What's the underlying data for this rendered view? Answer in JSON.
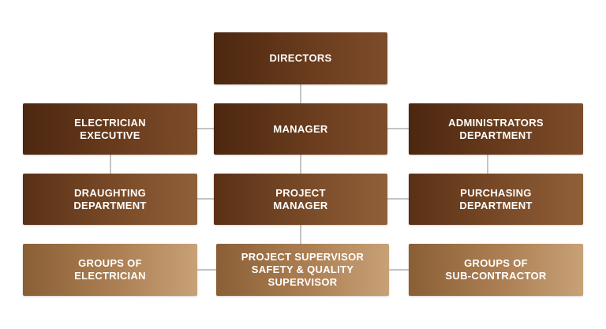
{
  "org_chart": {
    "nodes": {
      "directors": "DIRECTORS",
      "manager": "MANAGER",
      "electrician_executive": "ELECTRICIAN\nEXECUTIVE",
      "administrators_department": "ADMINISTRATORS\nDEPARTMENT",
      "draughting_department": "DRAUGHTING\nDEPARTMENT",
      "project_manager": "PROJECT\nMANAGER",
      "purchasing_department": "PURCHASING\nDEPARTMENT",
      "groups_of_electrician": "GROUPS OF\nELECTRICIAN",
      "project_supervisor": "PROJECT SUPERVISOR\nSAFETY & QUALITY\nSUPERVISOR",
      "groups_of_subcontractor": "GROUPS OF\nSUB-CONTRACTOR"
    },
    "links": [
      [
        "directors",
        "manager"
      ],
      [
        "manager",
        "electrician_executive"
      ],
      [
        "manager",
        "administrators_department"
      ],
      [
        "manager",
        "project_manager"
      ],
      [
        "electrician_executive",
        "draughting_department"
      ],
      [
        "administrators_department",
        "purchasing_department"
      ],
      [
        "project_manager",
        "draughting_department"
      ],
      [
        "project_manager",
        "purchasing_department"
      ],
      [
        "project_manager",
        "project_supervisor"
      ],
      [
        "project_supervisor",
        "groups_of_electrician"
      ],
      [
        "project_supervisor",
        "groups_of_subcontractor"
      ]
    ],
    "colors": {
      "dark": "#4c2710",
      "light": "#c8a177",
      "connector": "#8a8a8a",
      "text": "#ffffff"
    }
  }
}
